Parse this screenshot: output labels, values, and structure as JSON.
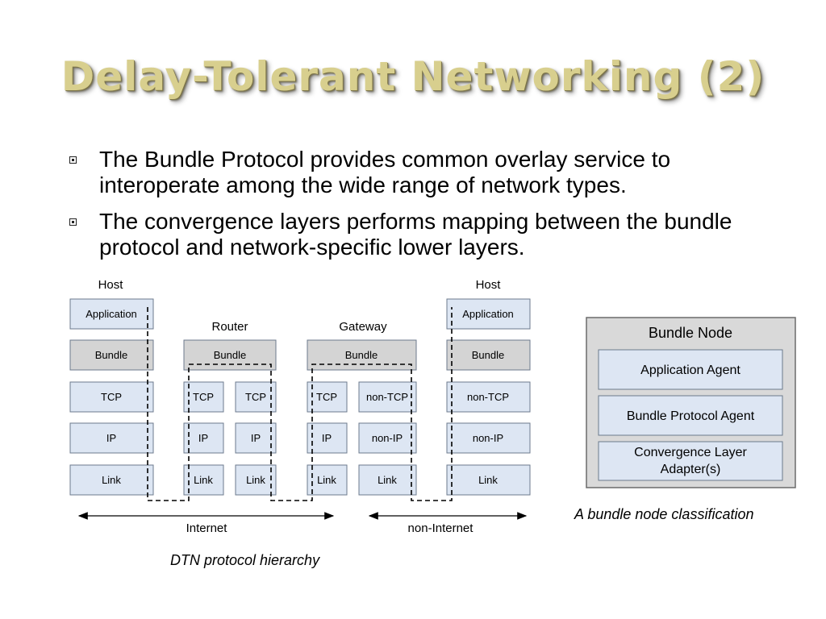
{
  "slide": {
    "title": "Delay-Tolerant Networking (2)",
    "bullets": [
      "The Bundle Protocol provides common overlay service to interoperate among the wide range of network types.",
      "The convergence layers performs mapping between the bundle protocol and network-specific lower layers."
    ]
  },
  "hierarchy": {
    "host_left_label": "Host",
    "host_right_label": "Host",
    "router_label": "Router",
    "gateway_label": "Gateway",
    "host_left": [
      "Application",
      "Bundle",
      "TCP",
      "IP",
      "Link"
    ],
    "router_left": [
      "TCP",
      "IP",
      "Link"
    ],
    "router_right": [
      "TCP",
      "IP",
      "Link"
    ],
    "router_bundle": "Bundle",
    "gateway_left": [
      "TCP",
      "IP",
      "Link"
    ],
    "gateway_right": [
      "non-TCP",
      "non-IP",
      "Link"
    ],
    "gateway_bundle": "Bundle",
    "host_right": [
      "Application",
      "Bundle",
      "non-TCP",
      "non-IP",
      "Link"
    ],
    "internet_label": "Internet",
    "non_internet_label": "non-Internet",
    "caption": "DTN protocol hierarchy",
    "colors": {
      "box_fill": "#dde6f3",
      "bundle_fill": "#d4d4d4",
      "stroke": "#6c7a8c"
    }
  },
  "bundle_node": {
    "title": "Bundle Node",
    "items": [
      "Application Agent",
      "Bundle Protocol Agent",
      "Convergence Layer",
      "Adapter(s)"
    ],
    "caption": "A bundle node classification",
    "colors": {
      "outer_fill": "#d9d9d9",
      "inner_fill": "#dde6f3"
    }
  }
}
